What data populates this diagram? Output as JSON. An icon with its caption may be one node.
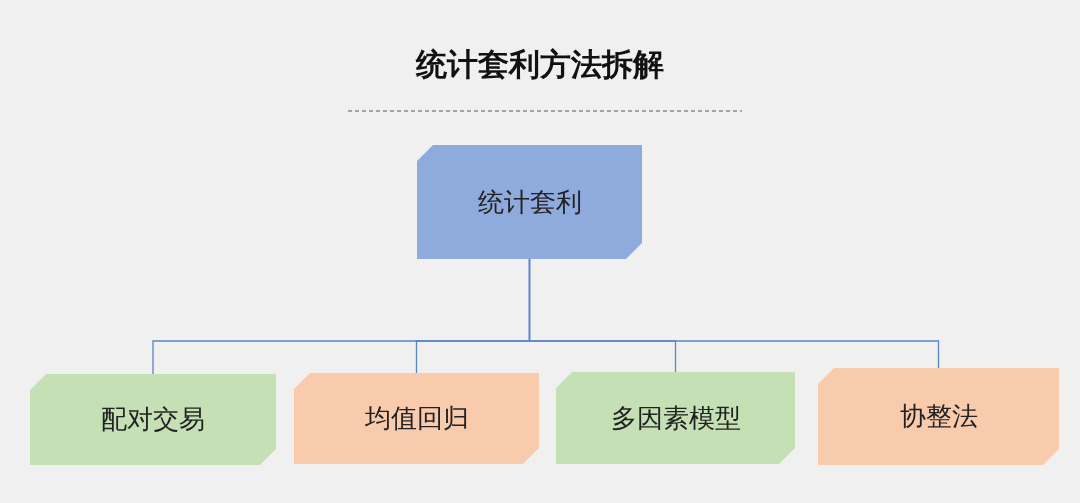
{
  "diagram": {
    "title": "统计套利方法拆解",
    "nodes": [
      {
        "text": [
          "统计套利"
        ]
      },
      {
        "text": [
          "配对交易"
        ]
      },
      {
        "text": [
          "均值回归"
        ]
      },
      {
        "text": [
          "多因素模型"
        ]
      },
      {
        "text": [
          "协整法"
        ]
      }
    ],
    "edges": [
      {
        "from": 0,
        "to": 1,
        "arrow": "none"
      },
      {
        "from": 0,
        "to": 2,
        "arrow": "none"
      },
      {
        "from": 0,
        "to": 3,
        "arrow": "none"
      },
      {
        "from": 0,
        "to": 4,
        "arrow": "none"
      }
    ]
  }
}
